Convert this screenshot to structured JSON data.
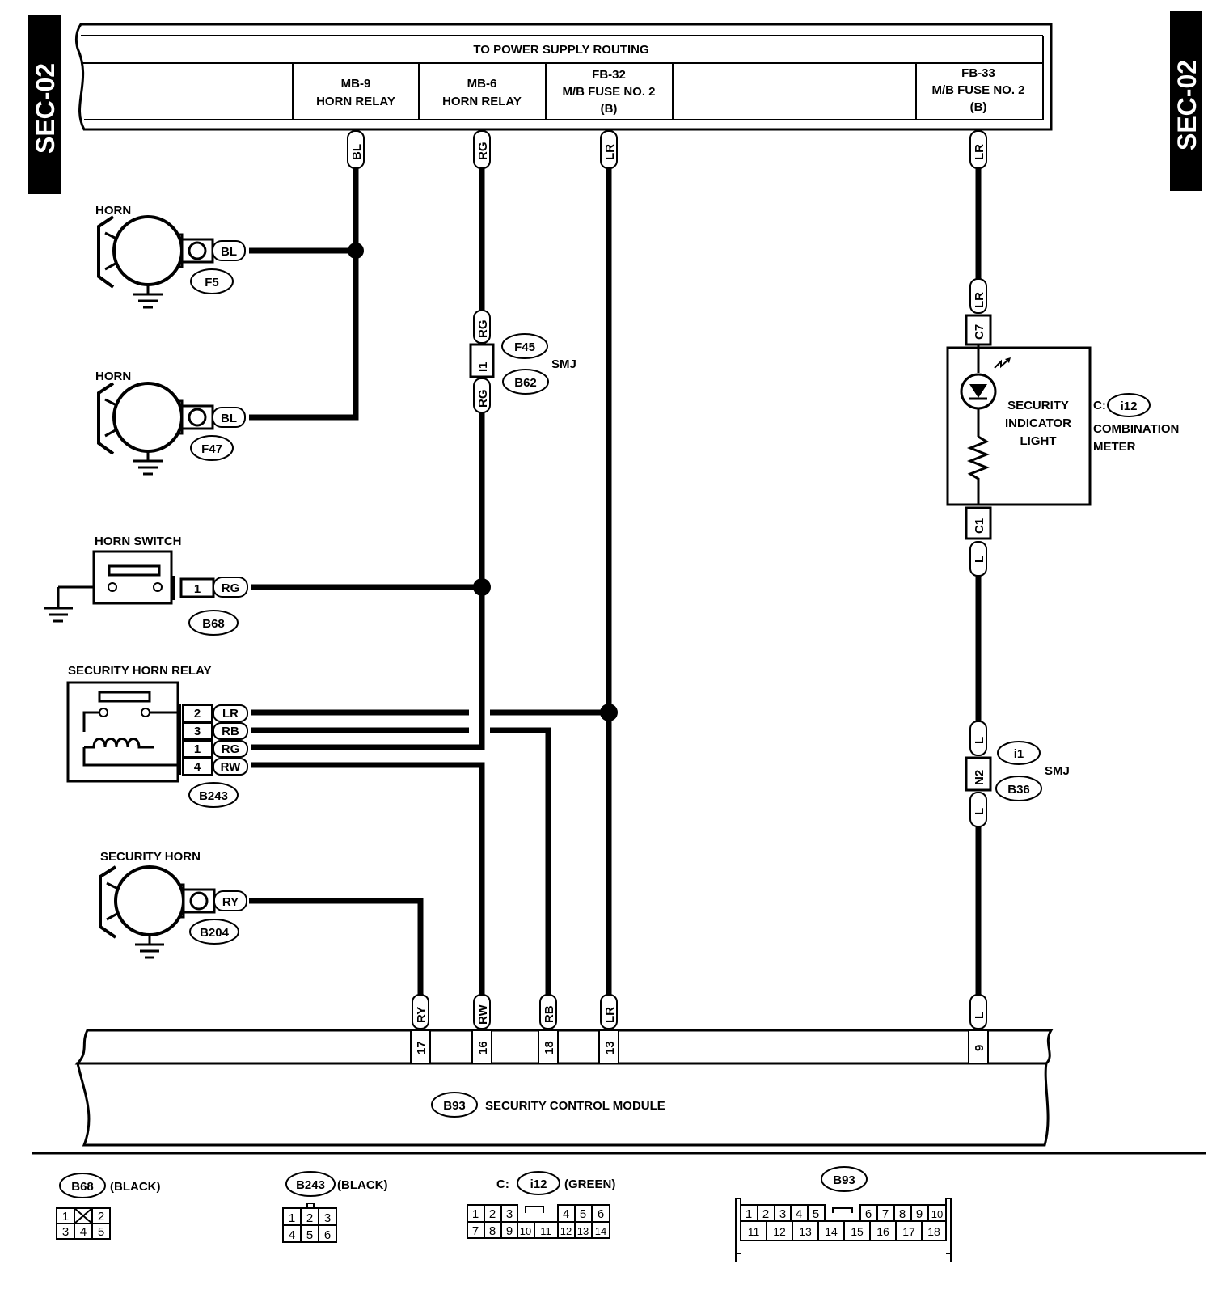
{
  "page_tag": "SEC-02",
  "power_header": {
    "title": "TO POWER SUPPLY ROUTING",
    "cells": [
      {
        "line1": "MB-9",
        "line2": "HORN RELAY",
        "line3": ""
      },
      {
        "line1": "MB-6",
        "line2": "HORN RELAY",
        "line3": ""
      },
      {
        "line1": "FB-32",
        "line2": "M/B FUSE NO. 2",
        "line3": "(B)"
      },
      {
        "line1": "FB-33",
        "line2": "M/B FUSE NO. 2",
        "line3": "(B)"
      }
    ]
  },
  "components": {
    "horn1": {
      "label": "HORN",
      "connector": "F5",
      "wire": "BL"
    },
    "horn2": {
      "label": "HORN",
      "connector": "F47",
      "wire": "BL"
    },
    "horn_switch": {
      "label": "HORN SWITCH",
      "connector": "B68",
      "pin": "1",
      "wire": "RG"
    },
    "security_horn_relay": {
      "label": "SECURITY HORN RELAY",
      "connector": "B243",
      "pins": [
        {
          "pin": "2",
          "wire": "LR"
        },
        {
          "pin": "3",
          "wire": "RB"
        },
        {
          "pin": "1",
          "wire": "RG"
        },
        {
          "pin": "4",
          "wire": "RW"
        }
      ]
    },
    "security_horn": {
      "label": "SECURITY HORN",
      "connector": "B204",
      "wire": "RY"
    },
    "smj_top": {
      "conn_a": "F45",
      "conn_b": "B62",
      "label": "SMJ",
      "terminal": "I1",
      "wire": "RG"
    },
    "smj_right": {
      "conn_a": "i1",
      "conn_b": "B36",
      "label": "SMJ",
      "terminal": "N2",
      "wire": "L"
    },
    "indicator": {
      "line1": "SECURITY",
      "line2": "INDICATOR",
      "line3": "LIGHT",
      "pin_top": "C7",
      "pin_bottom": "C1",
      "wire_top": "LR",
      "wire_bottom": "L"
    },
    "combination_meter": {
      "prefix": "C:",
      "connector": "i12",
      "line1": "COMBINATION",
      "line2": "METER"
    }
  },
  "wires_top": [
    "BL",
    "RG",
    "LR",
    "LR"
  ],
  "module": {
    "connector": "B93",
    "label": "SECURITY CONTROL MODULE",
    "terminals": [
      {
        "wire": "RY",
        "pin": "17"
      },
      {
        "wire": "RW",
        "pin": "16"
      },
      {
        "wire": "RB",
        "pin": "18"
      },
      {
        "wire": "LR",
        "pin": "13"
      },
      {
        "wire": "L",
        "pin": "9"
      }
    ]
  },
  "legend": {
    "b68": {
      "connector": "B68",
      "color": "(BLACK)",
      "row1": [
        "1",
        "",
        "2"
      ],
      "row2": [
        "3",
        "4",
        "5"
      ]
    },
    "b243": {
      "connector": "B243",
      "color": "(BLACK)",
      "row1": [
        "1",
        "2",
        "3"
      ],
      "row2": [
        "4",
        "5",
        "6"
      ]
    },
    "i12": {
      "prefix": "C:",
      "connector": "i12",
      "color": "(GREEN)",
      "row1": [
        "1",
        "2",
        "3",
        "4",
        "5",
        "6"
      ],
      "row2": [
        "7",
        "8",
        "9",
        "10",
        "11",
        "12",
        "13",
        "14"
      ]
    },
    "b93": {
      "connector": "B93",
      "row1": [
        "1",
        "2",
        "3",
        "4",
        "5",
        "6",
        "7",
        "8",
        "9",
        "10"
      ],
      "row2": [
        "11",
        "12",
        "13",
        "14",
        "15",
        "16",
        "17",
        "18"
      ]
    }
  }
}
